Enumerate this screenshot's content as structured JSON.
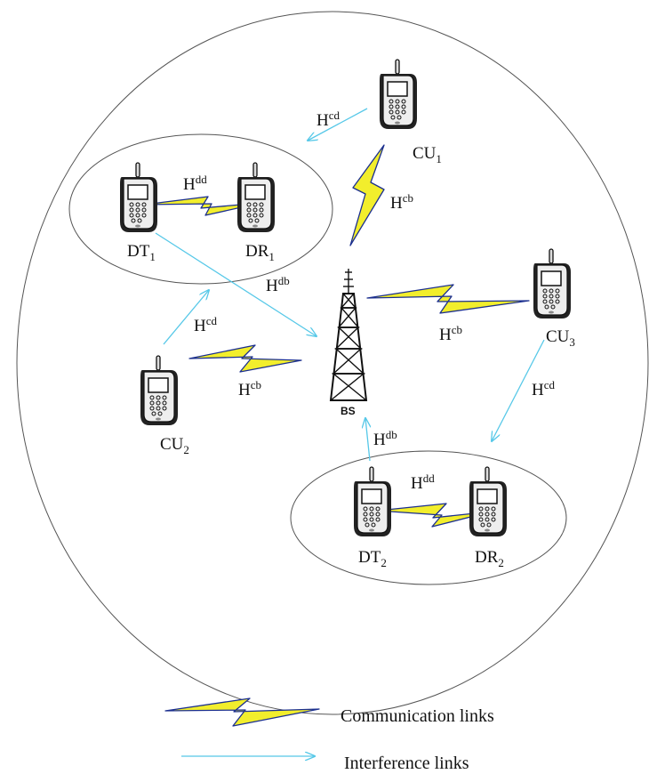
{
  "colors": {
    "bolt_fill": "#f2ee2c",
    "bolt_stroke": "#1b2f8f",
    "interference": "#56c8e8",
    "outline": "#555555",
    "phone_body": "#eeeeee"
  },
  "labels": {
    "H": "H",
    "cd": "cd",
    "cb": "cb",
    "dd": "dd",
    "db": "db",
    "CU": "CU",
    "DT": "DT",
    "DR": "DR",
    "one": "1",
    "two": "2",
    "three": "3",
    "bs": "BS"
  },
  "legend": {
    "communication": "Communication links",
    "interference": "Interference links"
  }
}
